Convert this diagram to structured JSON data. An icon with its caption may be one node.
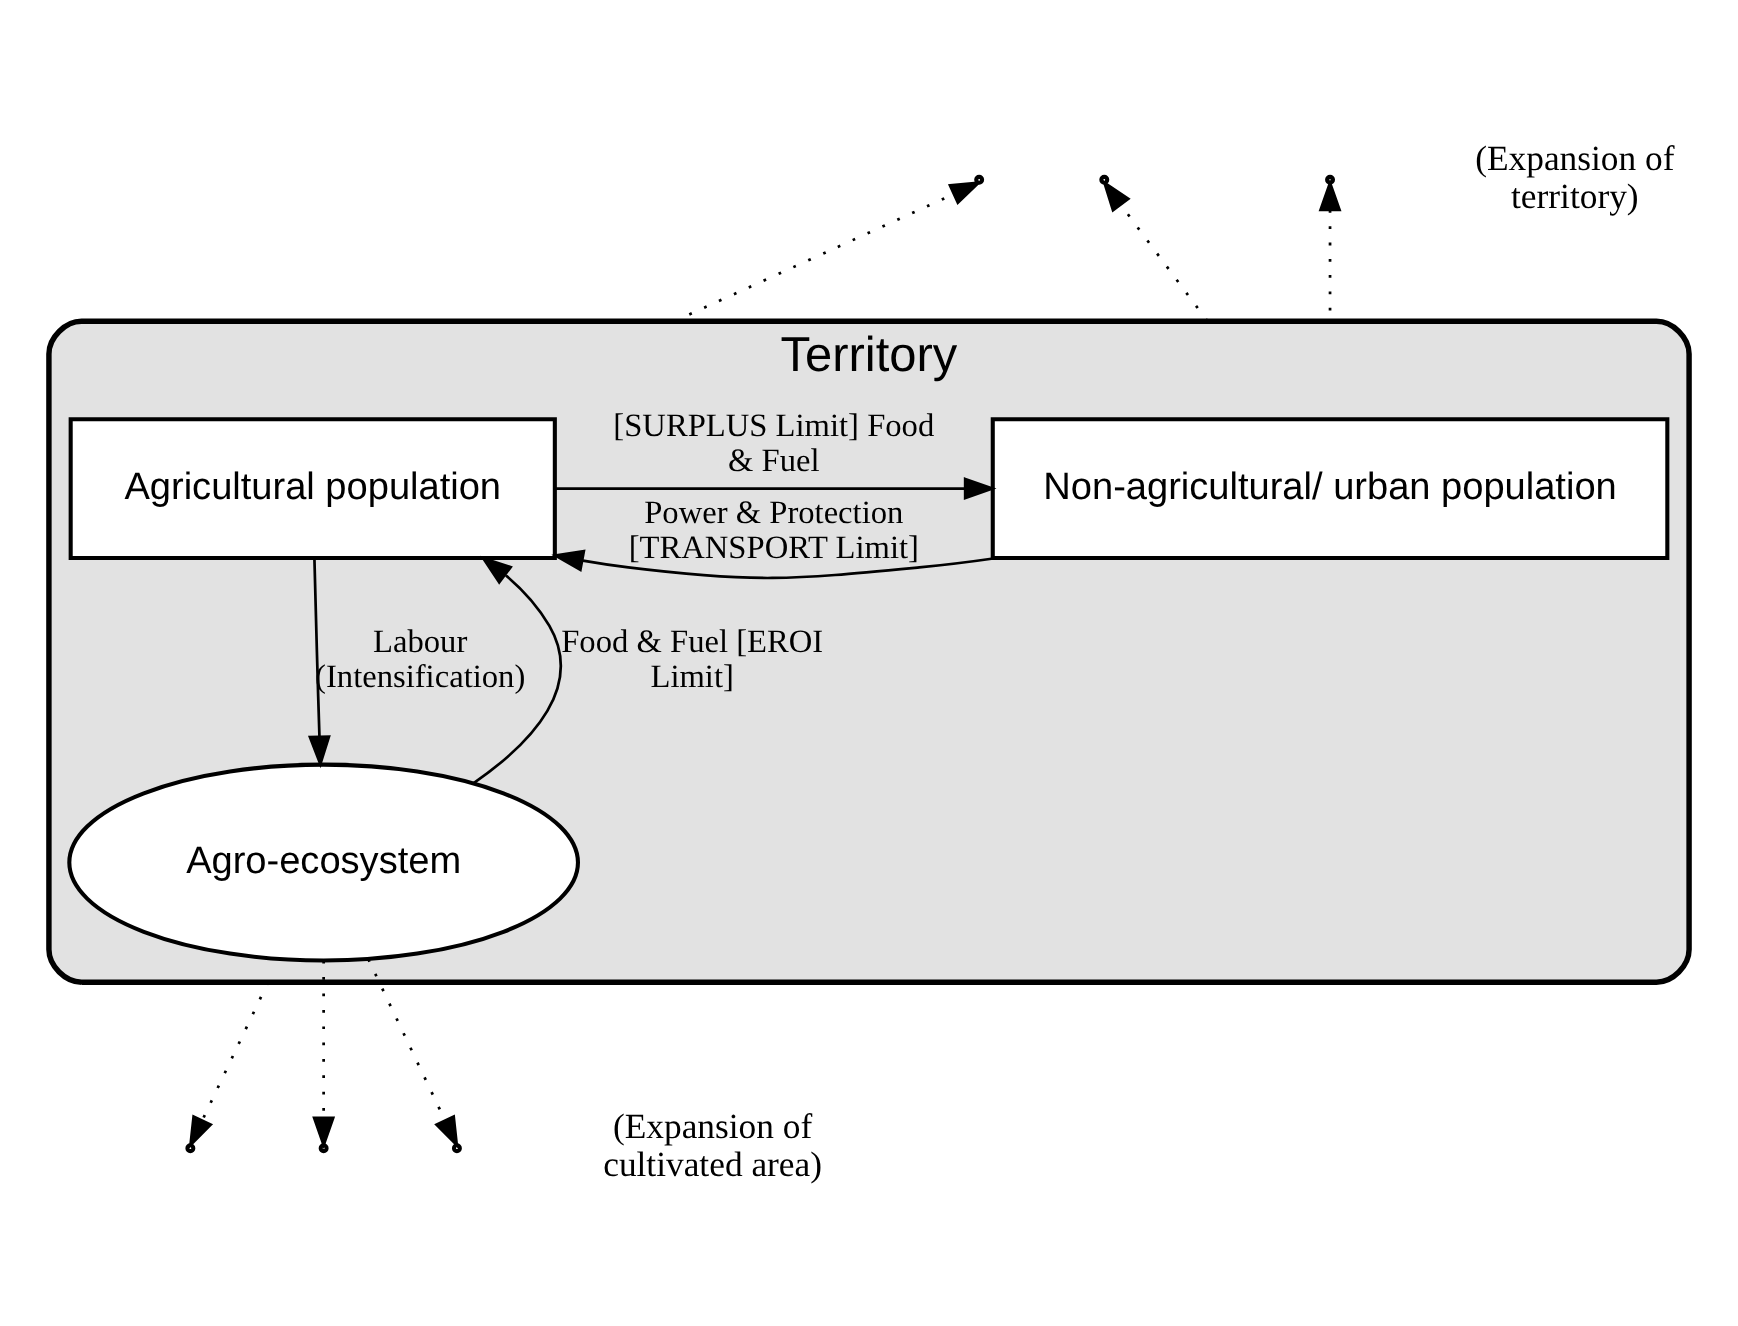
{
  "diagram": {
    "nodes": [
      {
        "text": [
          "Territory"
        ]
      },
      {
        "text": [
          "Agricultural population"
        ],
        "in": 0
      },
      {
        "text": [
          "Non-agricultural/ urban population"
        ],
        "in": 0
      },
      {
        "text": [
          "Agro-ecosystem"
        ],
        "in": 0
      }
    ],
    "edges": [
      {
        "from": 1,
        "to": 2,
        "arrow": "to",
        "label": "[SURPLUS Limit] Food & Fuel"
      },
      {
        "from": 2,
        "to": 1,
        "arrow": "to",
        "label": "Power & Protection [TRANSPORT Limit]"
      },
      {
        "from": 3,
        "to": 1,
        "arrow": "to",
        "label": "Food & Fuel [EROI Limit]"
      },
      {
        "from": 1,
        "to": 3,
        "arrow": "to",
        "label": "Labour (Intensification)"
      },
      {
        "from": 0,
        "to": null,
        "arrow": "to",
        "style": "dashed"
      },
      {
        "from": 0,
        "to": null,
        "arrow": "to",
        "style": "dashed"
      },
      {
        "from": 0,
        "to": null,
        "arrow": "to",
        "style": "dashed"
      },
      {
        "from": 0,
        "to": null,
        "arrow": "to",
        "style": "dashed"
      },
      {
        "from": 3,
        "to": null,
        "arrow": "to",
        "style": "dashed"
      },
      {
        "from": 3,
        "to": null,
        "arrow": "to",
        "style": "dashed"
      }
    ],
    "labels": [
      "(Expansion of territory)",
      "(Expansion of cultivated area)"
    ]
  }
}
